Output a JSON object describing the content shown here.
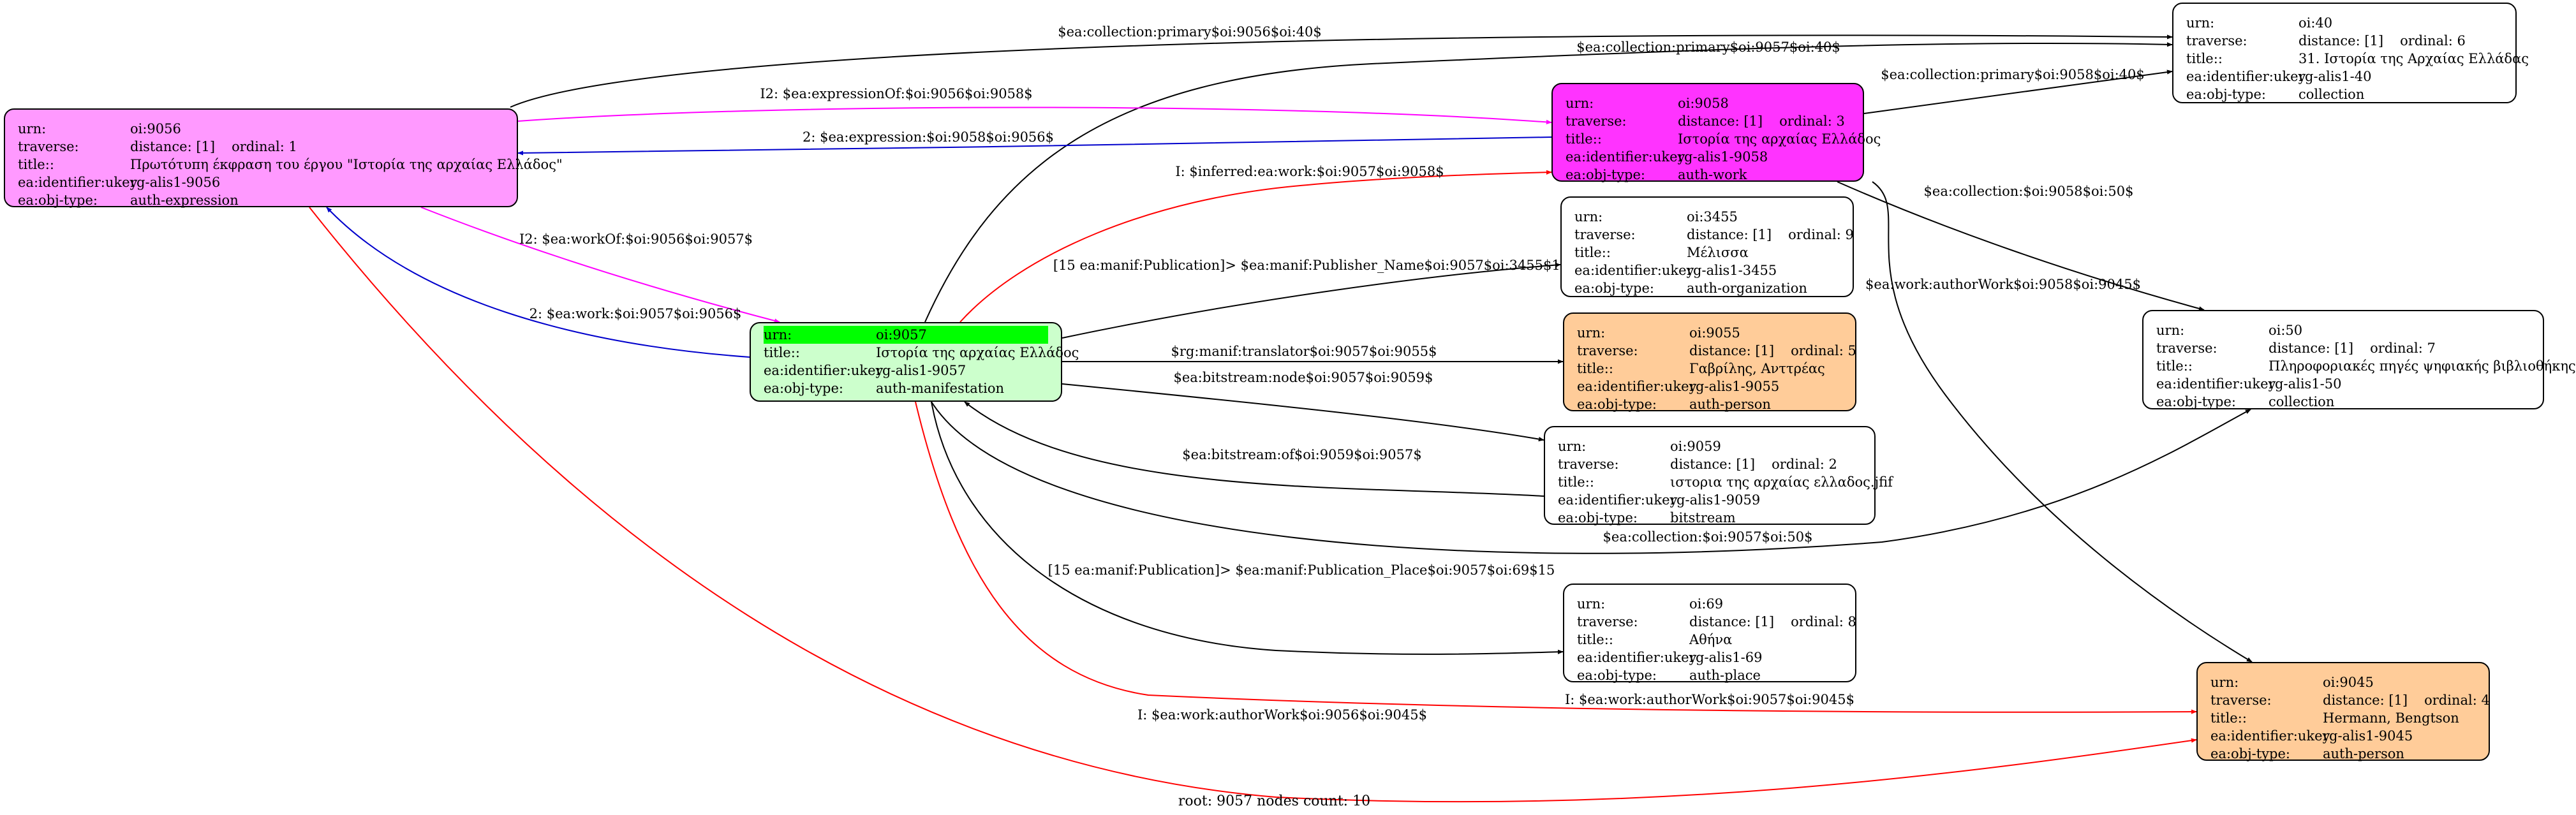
{
  "nodes": {
    "oi_40": {
      "fill": "#ffffff",
      "fields": [
        {
          "key": "urn:",
          "value": "oi:40"
        },
        {
          "key": "traverse:",
          "value": "distance: [1]",
          "ordinal": "ordinal: 6"
        },
        {
          "key": "title::",
          "value": "31. Ιστορία της Αρχαίας Ελλάδας"
        },
        {
          "key": "ea:identifier:ukey",
          "value": "rg-alis1-40"
        },
        {
          "key": "ea:obj-type:",
          "value": "collection"
        }
      ]
    },
    "oi_9056": {
      "fill": "#ff99ff",
      "fields": [
        {
          "key": "urn:",
          "value": "oi:9056"
        },
        {
          "key": "traverse:",
          "value": "distance: [1]",
          "ordinal": "ordinal: 1"
        },
        {
          "key": "title::",
          "value": "Πρωτότυπη έκφραση του έργου \"Ιστορία της αρχαίας Ελλάδος\""
        },
        {
          "key": "ea:identifier:ukey",
          "value": "rg-alis1-9056"
        },
        {
          "key": "ea:obj-type:",
          "value": "auth-expression"
        }
      ]
    },
    "oi_9058": {
      "fill": "#ff33ff",
      "fields": [
        {
          "key": "urn:",
          "value": "oi:9058"
        },
        {
          "key": "traverse:",
          "value": "distance: [1]",
          "ordinal": "ordinal: 3"
        },
        {
          "key": "title::",
          "value": "Ιστορία της αρχαίας Ελλάδος"
        },
        {
          "key": "ea:identifier:ukey",
          "value": "rg-alis1-9058"
        },
        {
          "key": "ea:obj-type:",
          "value": "auth-work"
        }
      ]
    },
    "oi_3455": {
      "fill": "#ffffff",
      "fields": [
        {
          "key": "urn:",
          "value": "oi:3455"
        },
        {
          "key": "traverse:",
          "value": "distance: [1]",
          "ordinal": "ordinal: 9"
        },
        {
          "key": "title::",
          "value": "Μέλισσα"
        },
        {
          "key": "ea:identifier:ukey",
          "value": "rg-alis1-3455"
        },
        {
          "key": "ea:obj-type:",
          "value": "auth-organization"
        }
      ]
    },
    "oi_9057": {
      "fill": "#ccffcc",
      "fields": [
        {
          "key": "urn:",
          "value": "oi:9057",
          "highlight": true
        },
        {
          "key": "title::",
          "value": "Ιστορία της αρχαίας Ελλάδος"
        },
        {
          "key": "ea:identifier:ukey",
          "value": "rg-alis1-9057"
        },
        {
          "key": "ea:obj-type:",
          "value": "auth-manifestation"
        }
      ]
    },
    "oi_9055": {
      "fill": "#ffcc99",
      "fields": [
        {
          "key": "urn:",
          "value": "oi:9055"
        },
        {
          "key": "traverse:",
          "value": "distance: [1]",
          "ordinal": "ordinal: 5"
        },
        {
          "key": "title::",
          "value": "Γαβρίλης, Ανττρέας"
        },
        {
          "key": "ea:identifier:ukey",
          "value": "rg-alis1-9055"
        },
        {
          "key": "ea:obj-type:",
          "value": "auth-person"
        }
      ]
    },
    "oi_50": {
      "fill": "#ffffff",
      "fields": [
        {
          "key": "urn:",
          "value": "oi:50"
        },
        {
          "key": "traverse:",
          "value": "distance: [1]",
          "ordinal": "ordinal: 7"
        },
        {
          "key": "title::",
          "value": "Πληροφοριακές πηγές ψηφιακής βιβλιοθήκης"
        },
        {
          "key": "ea:identifier:ukey",
          "value": "rg-alis1-50"
        },
        {
          "key": "ea:obj-type:",
          "value": "collection"
        }
      ]
    },
    "oi_9059": {
      "fill": "#ffffff",
      "fields": [
        {
          "key": "urn:",
          "value": "oi:9059"
        },
        {
          "key": "traverse:",
          "value": "distance: [1]",
          "ordinal": "ordinal: 2"
        },
        {
          "key": "title::",
          "value": "ιστορια της αρχαίας ελλαδος.jfif"
        },
        {
          "key": "ea:identifier:ukey",
          "value": "rg-alis1-9059"
        },
        {
          "key": "ea:obj-type:",
          "value": "bitstream"
        }
      ]
    },
    "oi_69": {
      "fill": "#ffffff",
      "fields": [
        {
          "key": "urn:",
          "value": "oi:69"
        },
        {
          "key": "traverse:",
          "value": "distance: [1]",
          "ordinal": "ordinal: 8"
        },
        {
          "key": "title::",
          "value": "Αθήνα"
        },
        {
          "key": "ea:identifier:ukey",
          "value": "rg-alis1-69"
        },
        {
          "key": "ea:obj-type:",
          "value": "auth-place"
        }
      ]
    },
    "oi_9045": {
      "fill": "#ffcc99",
      "fields": [
        {
          "key": "urn:",
          "value": "oi:9045"
        },
        {
          "key": "traverse:",
          "value": "distance: [1]",
          "ordinal": "ordinal: 4"
        },
        {
          "key": "title::",
          "value": "Hermann, Bengtson"
        },
        {
          "key": "ea:identifier:ukey",
          "value": "rg-alis1-9045"
        },
        {
          "key": "ea:obj-type:",
          "value": "auth-person"
        }
      ]
    }
  },
  "edges": [
    {
      "label": "$ea:collection:primary$oi:9056$oi:40$",
      "color": "#000000"
    },
    {
      "label": "$ea:collection:primary$oi:9057$oi:40$",
      "color": "#000000"
    },
    {
      "label": "I2: $ea:expressionOf:$oi:9056$oi:9058$",
      "color": "#ff00ff"
    },
    {
      "label": "$ea:collection:primary$oi:9058$oi:40$",
      "color": "#000000"
    },
    {
      "label": "2: $ea:expression:$oi:9058$oi:9056$",
      "color": "#0000cc"
    },
    {
      "label": "I: $inferred:ea:work:$oi:9057$oi:9058$",
      "color": "#ff0000"
    },
    {
      "label": "$ea:collection:$oi:9058$oi:50$",
      "color": "#000000"
    },
    {
      "label": "I2: $ea:workOf:$oi:9056$oi:9057$",
      "color": "#ff00ff"
    },
    {
      "label": "[15 ea:manif:Publication]> $ea:manif:Publisher_Name$oi:9057$oi:3455$15",
      "color": "#000000"
    },
    {
      "label": "$ea:work:authorWork$oi:9058$oi:9045$",
      "color": "#000000"
    },
    {
      "label": "2: $ea:work:$oi:9057$oi:9056$",
      "color": "#0000cc"
    },
    {
      "label": "$rg:manif:translator$oi:9057$oi:9055$",
      "color": "#000000"
    },
    {
      "label": "$ea:bitstream:node$oi:9057$oi:9059$",
      "color": "#000000"
    },
    {
      "label": "$ea:bitstream:of$oi:9059$oi:9057$",
      "color": "#000000"
    },
    {
      "label": "$ea:collection:$oi:9057$oi:50$",
      "color": "#000000"
    },
    {
      "label": "[15 ea:manif:Publication]> $ea:manif:Publication_Place$oi:9057$oi:69$15",
      "color": "#000000"
    },
    {
      "label": "I: $ea:work:authorWork$oi:9057$oi:9045$",
      "color": "#ff0000"
    },
    {
      "label": "I: $ea:work:authorWork$oi:9056$oi:9045$",
      "color": "#ff0000"
    }
  ],
  "footer": "root: 9057 nodes count: 10"
}
